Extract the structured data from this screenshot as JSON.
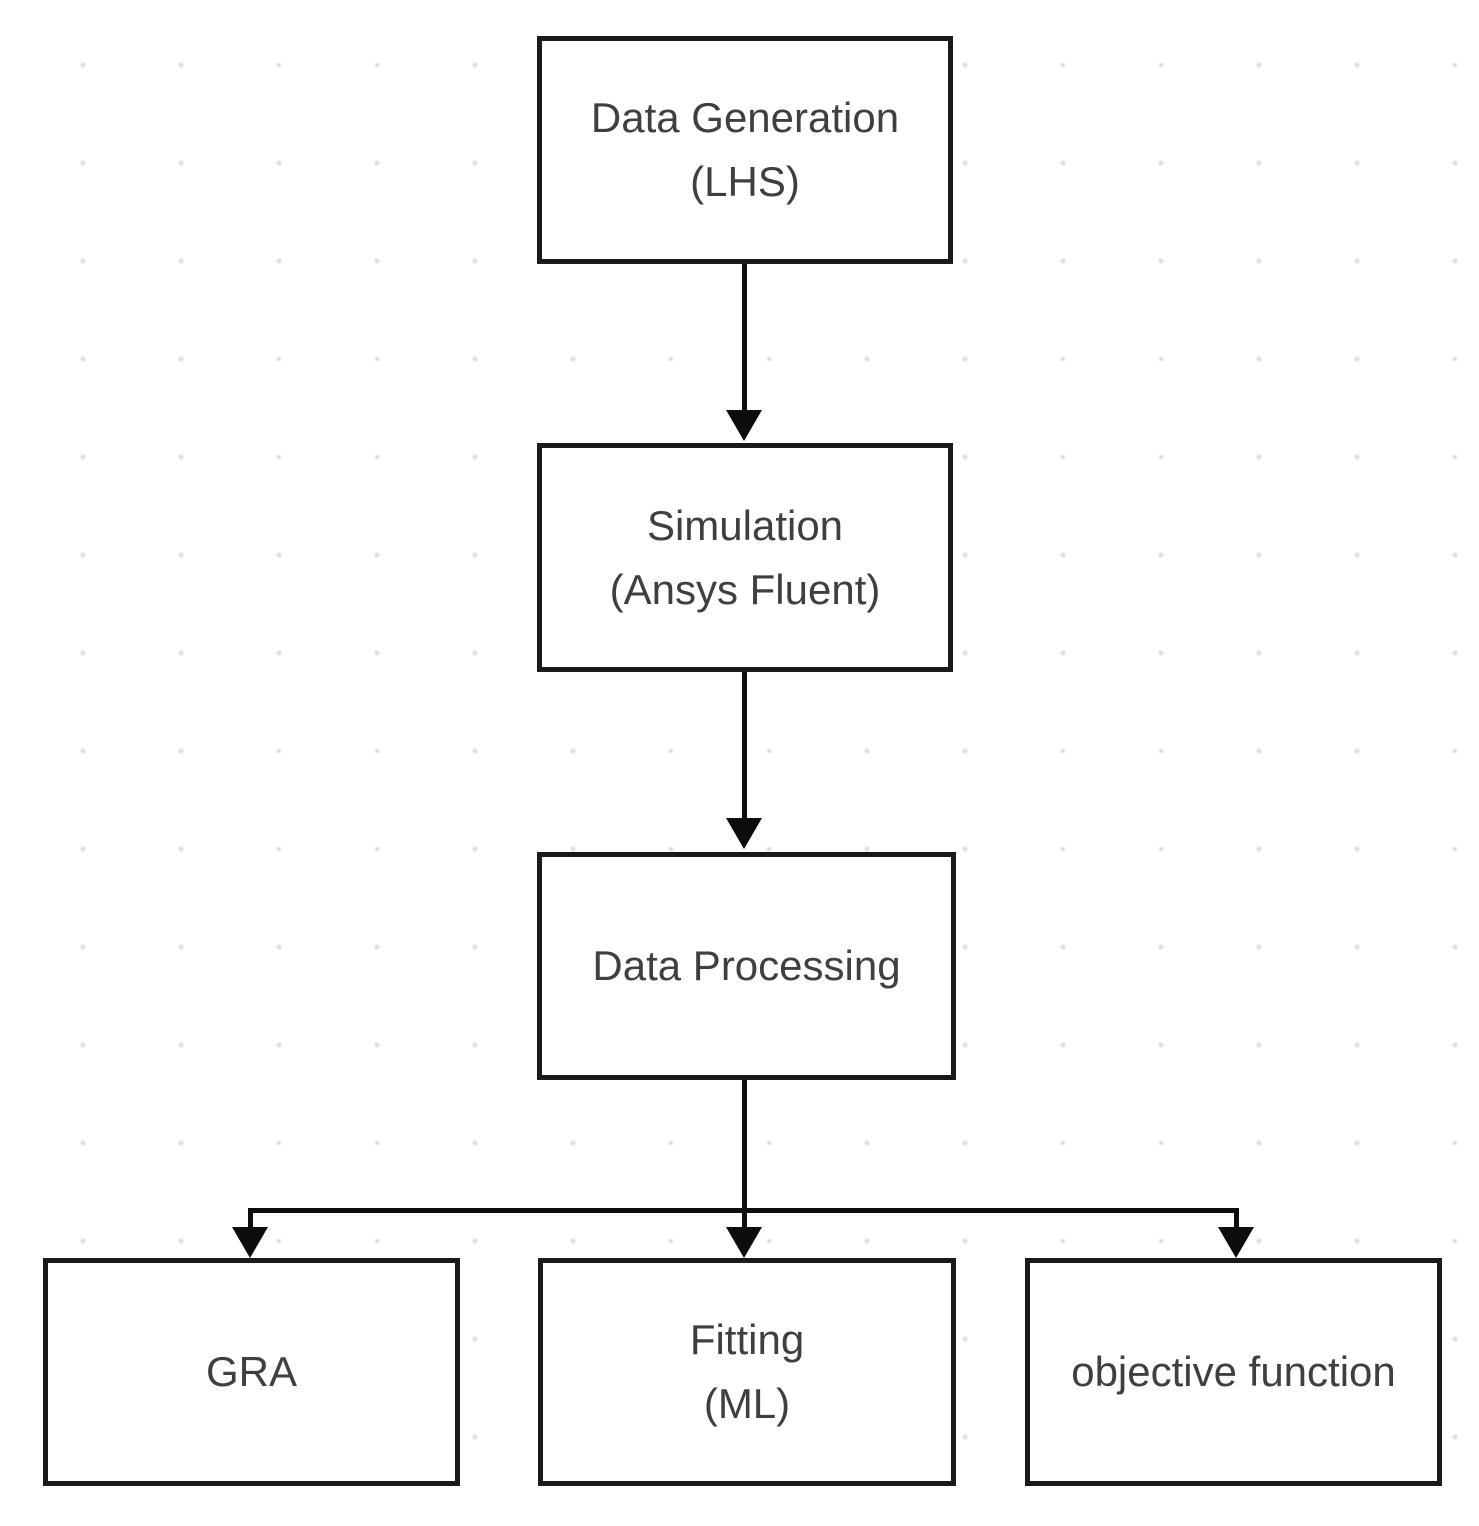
{
  "diagram": {
    "type": "flowchart",
    "colors": {
      "background": "#ffffff",
      "grid_dot": "#e2e2e2",
      "box_border": "#1a1a1a",
      "box_fill": "#ffffff",
      "text": "#3f3f3f",
      "connector": "#0d0d0d"
    },
    "nodes": [
      {
        "id": "data-generation",
        "line1": "Data Generation",
        "line2": "(LHS)"
      },
      {
        "id": "simulation",
        "line1": "Simulation",
        "line2": "(Ansys Fluent)"
      },
      {
        "id": "data-processing",
        "line1": "Data Processing",
        "line2": ""
      },
      {
        "id": "gra",
        "line1": "GRA",
        "line2": ""
      },
      {
        "id": "fitting",
        "line1": "Fitting",
        "line2": "(ML)"
      },
      {
        "id": "objective-function",
        "line1": "objective function",
        "line2": ""
      }
    ],
    "connectors": [
      {
        "from": "data-generation",
        "to": "simulation",
        "style": "arrow-down"
      },
      {
        "from": "simulation",
        "to": "data-processing",
        "style": "arrow-down"
      },
      {
        "from": "data-processing",
        "to": "gra",
        "style": "arrow-down-branch"
      },
      {
        "from": "data-processing",
        "to": "fitting",
        "style": "arrow-down-branch"
      },
      {
        "from": "data-processing",
        "to": "objective-function",
        "style": "arrow-down-branch"
      }
    ]
  }
}
